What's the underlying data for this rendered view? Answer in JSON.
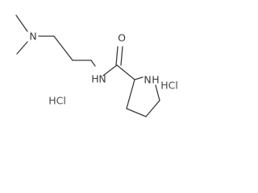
{
  "molecule": {
    "atoms": {
      "amine_n": "N",
      "amide_n": "N",
      "amide_h": "H",
      "carbonyl_o": "O",
      "ring_n": "N",
      "ring_h": "H"
    },
    "counterions": {
      "left": "HCl",
      "right": "HCl"
    },
    "colors": {
      "bond": "#3a3a3a",
      "label": "#3a3a3a",
      "salt": "#4a4a4a"
    }
  }
}
